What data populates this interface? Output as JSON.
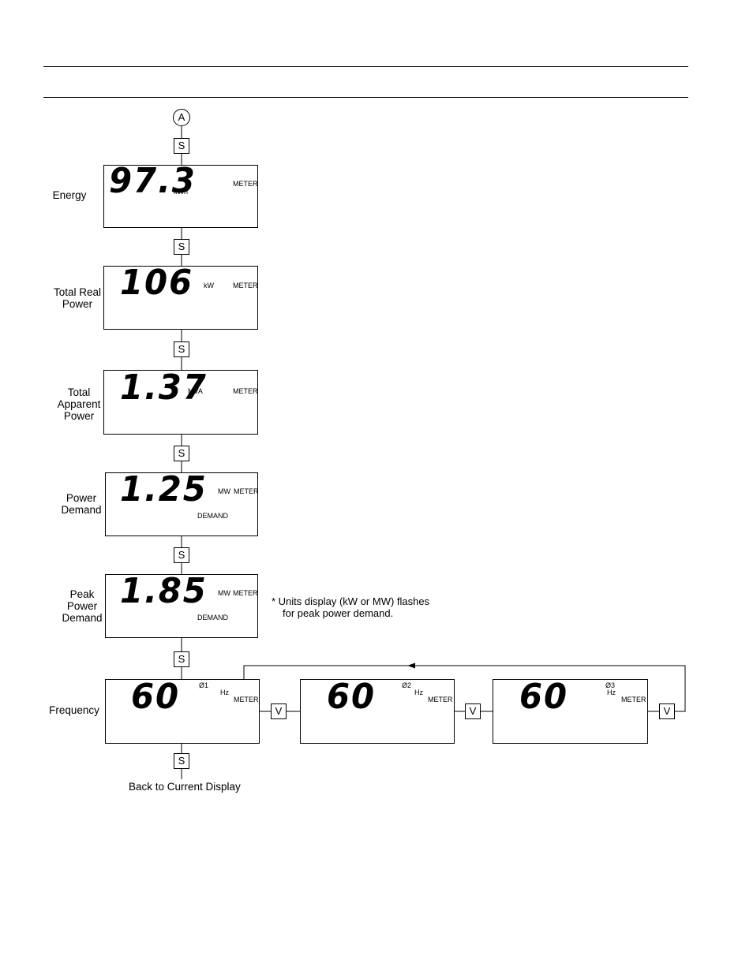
{
  "connector": "A",
  "scroll_key": "S",
  "value_key": "V",
  "displays": [
    {
      "label": "Energy",
      "digits": "97.3",
      "unit": "kWh",
      "mode": "METER"
    },
    {
      "label": "Total Real Power",
      "digits": "106",
      "unit": "kW",
      "mode": "METER"
    },
    {
      "label": "Total Apparent Power",
      "digits": "1.37",
      "unit": "MVA",
      "mode": "METER"
    },
    {
      "label": "Power Demand",
      "digits": "1.25",
      "unit": "MW",
      "mode": "METER",
      "sub": "DEMAND"
    },
    {
      "label": "Peak Power Demand",
      "digits": "1.85",
      "unit": "MW",
      "mode": "METER",
      "sub": "DEMAND"
    },
    {
      "label": "Frequency",
      "digits": "60",
      "phase": "Ø1",
      "unit": "Hz",
      "mode": "METER"
    }
  ],
  "frequency_phases": [
    {
      "digits": "60",
      "phase": "Ø2",
      "unit": "Hz",
      "mode": "METER"
    },
    {
      "digits": "60",
      "phase": "Ø3",
      "unit": "Hz",
      "mode": "METER"
    }
  ],
  "note_line1": "* Units display (kW or MW) flashes",
  "note_line2": "for peak power demand.",
  "footer": "Back to Current Display"
}
